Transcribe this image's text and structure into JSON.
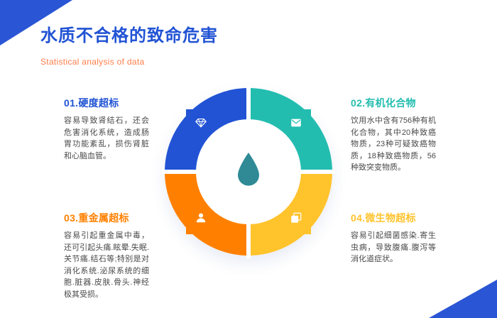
{
  "header": {
    "title": "水质不合格的致命危害",
    "subtitle": "Statistical analysis of data"
  },
  "sections": [
    {
      "number": "01",
      "heading": "01.硬度超标",
      "body": "容易导致肾结石，还会危害消化系统，造成肠胃功能紊乱，损伤肾脏和心脑血管。",
      "icon": "diamond-icon",
      "color": "#2153d4",
      "quadrant": "top-left"
    },
    {
      "number": "02",
      "heading": "02.有机化合物",
      "body": "饮用水中含有756种有机化合物，其中20种致癌物质，23种可疑致癌物质，18种致癌物质，56种致突变物质。",
      "icon": "envelope-icon",
      "color": "#23bdb0",
      "quadrant": "top-right"
    },
    {
      "number": "03",
      "heading": "03.重金属超标",
      "body": "容易引起重金属中毒，还可引起头痛.眩晕.失眠.关节痛.结石等;特别是对消化系统.泌尿系统的细胞.脏器.皮肤.骨头.神经极其受损。",
      "icon": "person-icon",
      "color": "#ff8000",
      "quadrant": "bottom-left"
    },
    {
      "number": "04",
      "heading": "04.微生物超标",
      "body": "容易引起细菌感染.寄生虫病，导致腹痛.腹泻等消化道症状。",
      "icon": "chat-icon",
      "color": "#ffc32c",
      "quadrant": "bottom-right"
    }
  ],
  "diagram": {
    "center_icon": "water-droplet-icon",
    "droplet_color": "#2f8a96",
    "quadrant_colors": {
      "top_left": "#2153d4",
      "top_right": "#23bdb0",
      "bottom_left": "#ff8000",
      "bottom_right": "#ffc32c"
    }
  },
  "decorations": {
    "corner_color": "#2a55d4",
    "title_color": "#2153d4",
    "subtitle_color": "#ff7e4a"
  }
}
